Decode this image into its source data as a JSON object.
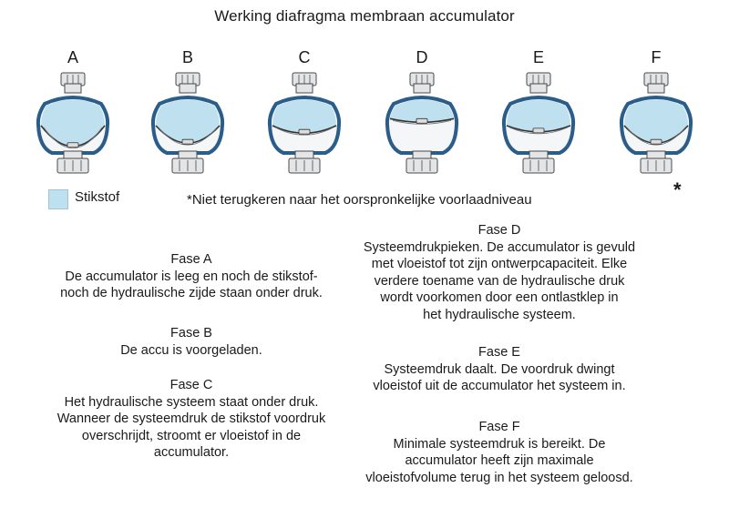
{
  "title": "Werking diafragma membraan accumulator",
  "stages": [
    {
      "label": "A",
      "diaphragm_level": 0.88
    },
    {
      "label": "B",
      "diaphragm_level": 0.8
    },
    {
      "label": "C",
      "diaphragm_level": 0.55
    },
    {
      "label": "D",
      "diaphragm_level": 0.28
    },
    {
      "label": "E",
      "diaphragm_level": 0.52
    },
    {
      "label": "F",
      "diaphragm_level": 0.8
    }
  ],
  "legend": {
    "label": "Stikstof",
    "color": "#bfe0ef"
  },
  "footnote": "*Niet terugkeren naar het oorspronkelijke voorlaadniveau",
  "footnote_marker": "*",
  "colors": {
    "shell": "#2a5d8a",
    "nitrogen": "#bfe0ef",
    "fitting": "#e3e5e7",
    "outline": "#4a4a4a"
  },
  "phases": {
    "a": {
      "title": "Fase A",
      "text": "De accumulator is leeg en noch de stikstof-\nnoch de hydraulische zijde staan onder druk."
    },
    "b": {
      "title": "Fase B",
      "text": "De accu is voorgeladen."
    },
    "c": {
      "title": "Fase C",
      "text": "Het hydraulische systeem staat onder druk.\nWanneer de systeemdruk de stikstof voordruk\noverschrijdt, stroomt er vloeistof in de\naccumulator."
    },
    "d": {
      "title": "Fase D",
      "text": "Systeemdrukpieken. De accumulator is gevuld\nmet vloeistof tot zijn ontwerpcapaciteit. Elke\nverdere toename van de hydraulische druk\nwordt voorkomen door een ontlastklep in\nhet hydraulische systeem."
    },
    "e": {
      "title": "Fase E",
      "text": "Systeemdruk daalt. De voordruk dwingt\nvloeistof uit de accumulator het systeem in."
    },
    "f": {
      "title": "Fase F",
      "text": "Minimale systeemdruk is bereikt. De\naccumulator heeft zijn maximale\nvloeistofvolume terug in het systeem geloosd."
    }
  }
}
